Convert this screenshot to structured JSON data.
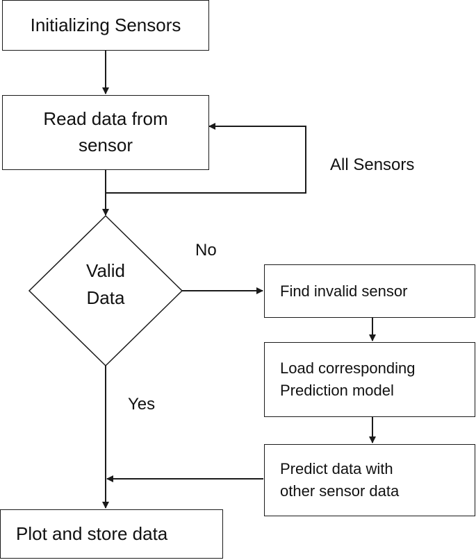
{
  "nodes": {
    "init": "Initializing Sensors",
    "read": "Read data from\nsensor",
    "valid": "Valid\nData",
    "find": "Find invalid sensor",
    "load": "Load corresponding\nPrediction model",
    "predict": "Predict data with\nother sensor data",
    "plot": "Plot and store data"
  },
  "edge_labels": {
    "all_sensors": "All Sensors",
    "no": "No",
    "yes": "Yes"
  },
  "colors": {
    "line": "#1a1a1a",
    "background": "#ffffff"
  }
}
